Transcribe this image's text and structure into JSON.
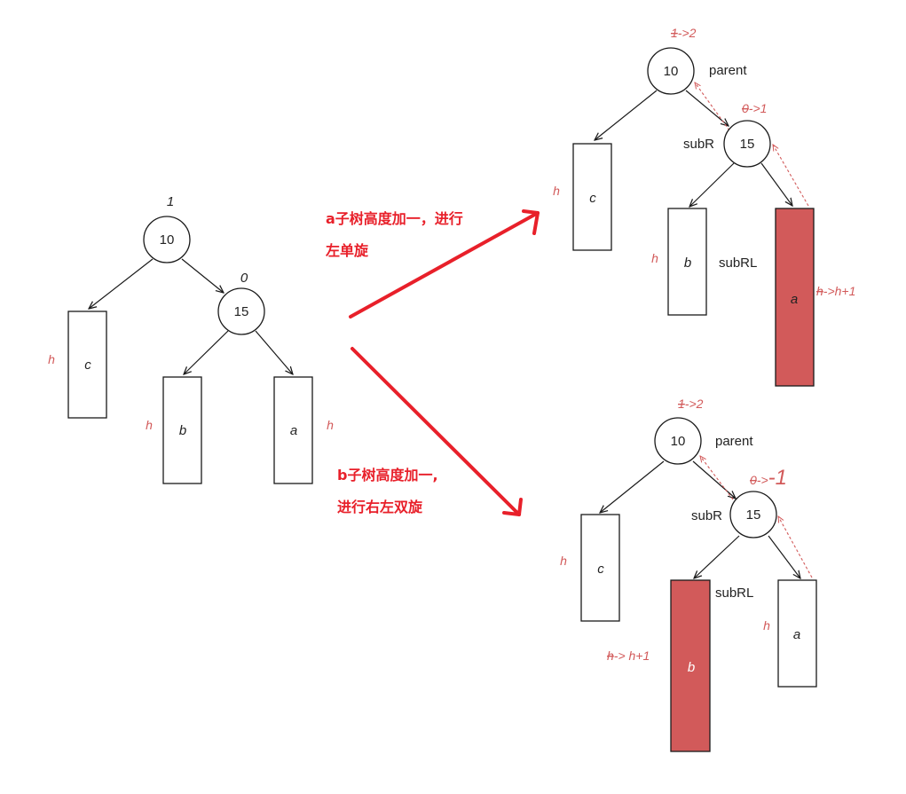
{
  "colors": {
    "highlight_fill": "#d25a5a",
    "annotation_red": "#d25a5a",
    "caption_red": "#e8202a",
    "line_black": "#1a1a1a"
  },
  "left_tree": {
    "root_value": "10",
    "root_balance": "1",
    "right_value": "15",
    "right_balance": "0",
    "box_c": "c",
    "box_b": "b",
    "box_a": "a",
    "height_c": "h",
    "height_b": "h",
    "height_a": "h"
  },
  "top_caption": {
    "line1": "a子树高度加一，进行",
    "line2": "左单旋"
  },
  "bottom_caption": {
    "line1": "b子树高度加一,",
    "line2": "进行右左双旋"
  },
  "top_tree": {
    "root_value": "10",
    "root_balance_old": "1",
    "root_balance_new": "->2",
    "parent_label": "parent",
    "right_value": "15",
    "right_balance_old": "0",
    "right_balance_new": "->1",
    "subR_label": "subR",
    "subRL_label": "subRL",
    "box_c": "c",
    "box_b": "b",
    "box_a": "a",
    "height_c": "h",
    "height_b": "h",
    "height_a_old": "h",
    "height_a_new": "->h+1"
  },
  "bottom_tree": {
    "root_value": "10",
    "root_balance_old": "1",
    "root_balance_new": "->2",
    "parent_label": "parent",
    "right_value": "15",
    "right_balance_old": "0",
    "right_balance_arrow": "->",
    "right_balance_new": "-1",
    "subR_label": "subR",
    "subRL_label": "subRL",
    "box_c": "c",
    "box_b": "b",
    "box_a": "a",
    "height_c": "h",
    "height_a": "h",
    "height_b_old": "h",
    "height_b_new": "-> h+1"
  }
}
